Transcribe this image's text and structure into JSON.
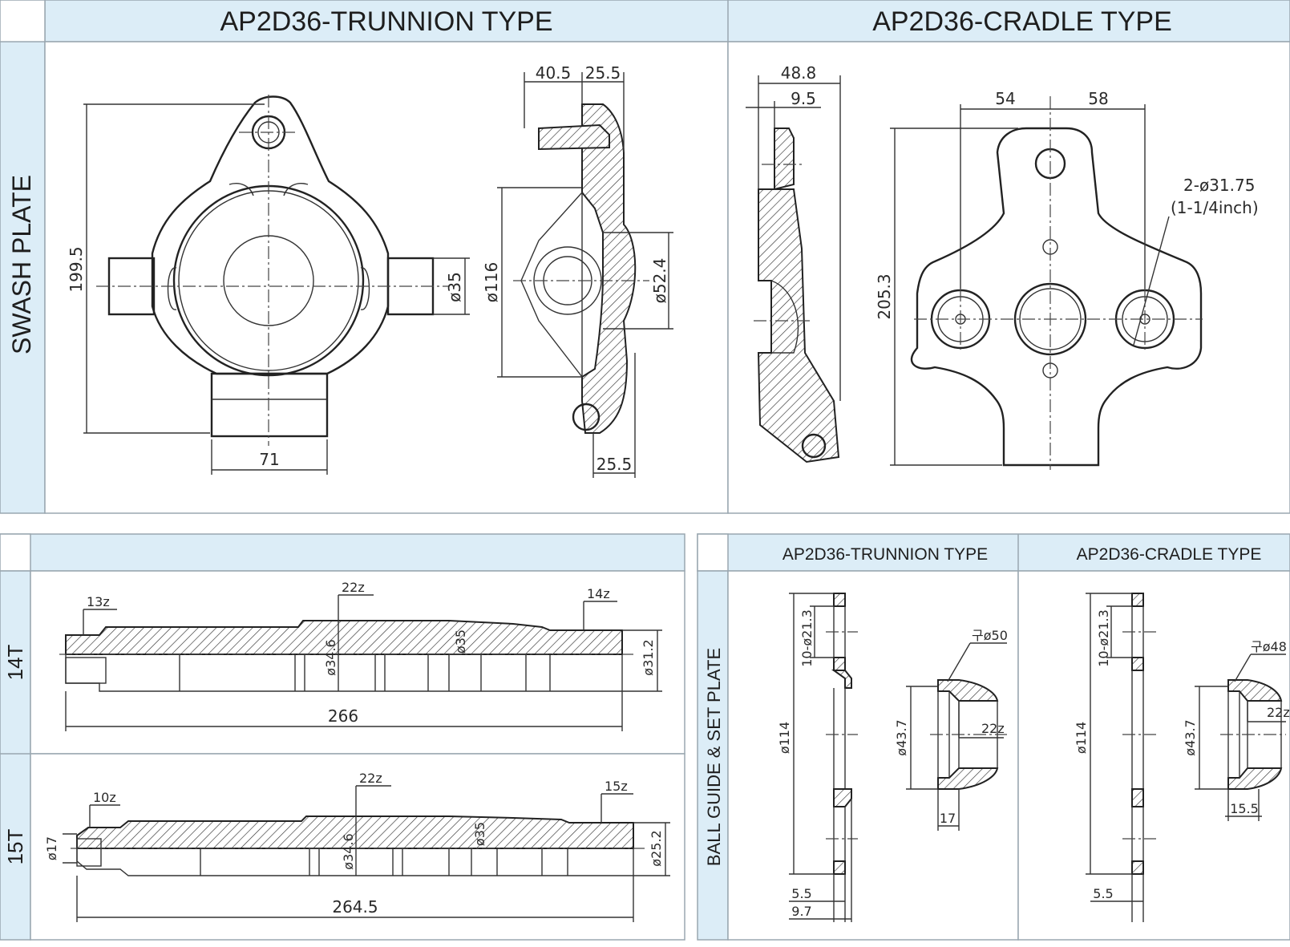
{
  "swash_plate": {
    "row_label": "SWASH PLATE",
    "trunnion": {
      "title": "AP2D36-TRUNNION TYPE",
      "dims": {
        "height": "199.5",
        "width": "71",
        "pin_dia": "ø35",
        "bore_dia": "ø116",
        "inner_dia": "ø52.4",
        "top_a": "40.5",
        "top_b": "25.5",
        "bottom": "25.5"
      }
    },
    "cradle": {
      "title": "AP2D36-CRADLE TYPE",
      "dims": {
        "overall": "48.8",
        "thickness": "9.5",
        "left": "54",
        "right": "58",
        "height": "205.3",
        "holes": "2-ø31.75",
        "holes_inch": "(1-1/4inch)"
      }
    }
  },
  "shaft": {
    "rows": [
      {
        "label": "14T",
        "spline_left": "13z",
        "spline_mid": "22z",
        "spline_right": "14z",
        "dia_a": "ø34.6",
        "dia_b": "ø35",
        "dia_end": "ø31.2",
        "length": "266"
      },
      {
        "label": "15T",
        "spline_left": "10z",
        "spline_mid": "22z",
        "spline_right": "15z",
        "dia_left": "ø17",
        "dia_a": "ø34.6",
        "dia_b": "ø35",
        "dia_end": "ø25.2",
        "length": "264.5"
      }
    ]
  },
  "ball_guide": {
    "row_label": "BALL GUIDE & SET PLATE",
    "trunnion": {
      "title": "AP2D36-TRUNNION TYPE",
      "holes": "10-ø21.3",
      "plate_dia": "ø114",
      "offset_a": "5.5",
      "offset_b": "9.7",
      "sphere": "구ø50",
      "spline": "22z",
      "guide_dia": "ø43.7",
      "guide_len": "17"
    },
    "cradle": {
      "title": "AP2D36-CRADLE TYPE",
      "holes": "10-ø21.3",
      "plate_dia": "ø114",
      "offset_a": "5.5",
      "sphere": "구ø48",
      "spline": "22z",
      "guide_dia": "ø43.7",
      "guide_len": "15.5"
    }
  },
  "colors": {
    "header_fill": "#dcedf7",
    "frame": "#9aa7b0",
    "line": "#222222"
  }
}
